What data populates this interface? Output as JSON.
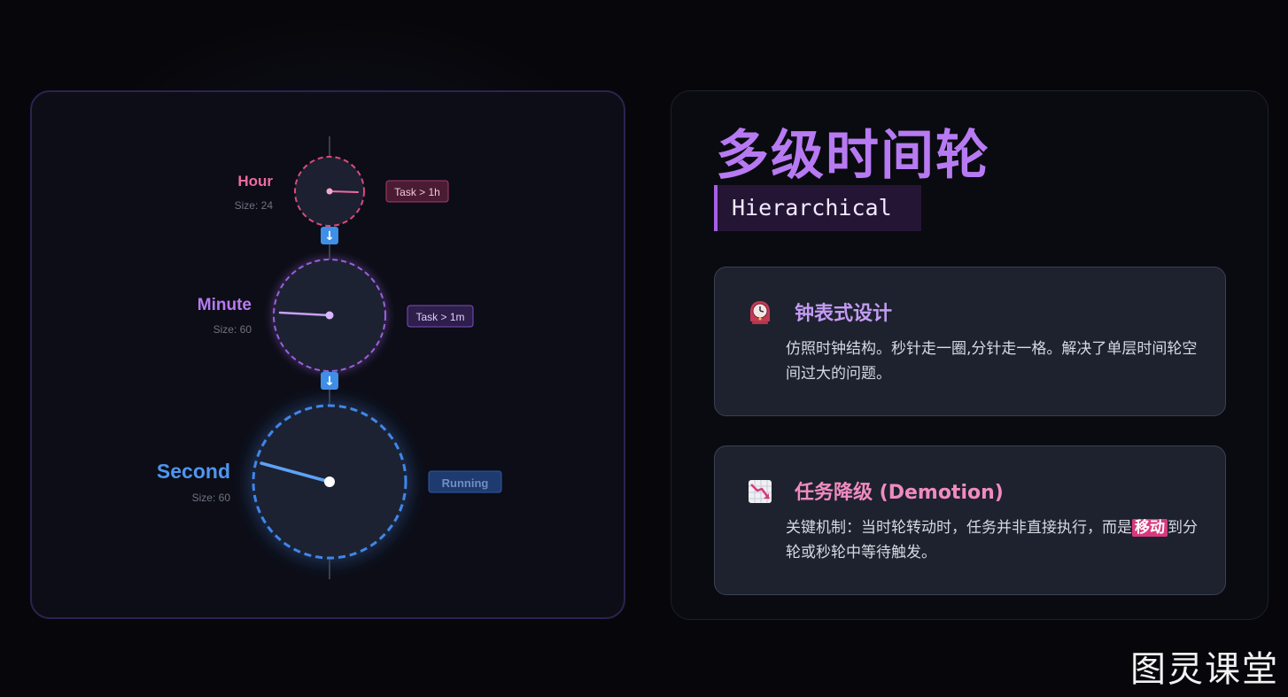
{
  "diagram": {
    "wheels": [
      {
        "name": "Hour",
        "size_label": "Size: 24",
        "task_label": "Task > 1h",
        "color": "#f06aa0",
        "badge_bg": "#4a1c33",
        "badge_border": "#a83a6a",
        "badge_text": "#f4c6dc"
      },
      {
        "name": "Minute",
        "size_label": "Size: 60",
        "task_label": "Task > 1m",
        "color": "#b77af2",
        "badge_bg": "#2d1e4a",
        "badge_border": "#7d4fc2",
        "badge_text": "#e0ccff"
      },
      {
        "name": "Second",
        "size_label": "Size: 60",
        "task_label": "Running",
        "color": "#4f95f0",
        "badge_bg": "#1f3a6e",
        "badge_border": "#2d5aa8",
        "badge_text": "#6f8fc4"
      }
    ],
    "arrow_symbol": "↓"
  },
  "panel": {
    "title": "多级时间轮",
    "subtitle": "Hierarchical",
    "cards": [
      {
        "icon": "clock-icon",
        "title": "钟表式设计",
        "desc": "仿照时钟结构。秒针走一圈,分针走一格。解决了单层时间轮空间过大的问题。"
      },
      {
        "icon": "chart-decreasing-icon",
        "title": "任务降级 (Demotion)",
        "desc_before": "关键机制：当时轮转动时，任务并非直接执行，而是",
        "desc_highlight": "移动",
        "desc_after": "到分轮或秒轮中等待触发。"
      }
    ]
  },
  "watermark": "图灵课堂",
  "colors": {
    "accent": "#b77af2",
    "pink": "#f06aa0",
    "blue": "#4f95f0"
  }
}
